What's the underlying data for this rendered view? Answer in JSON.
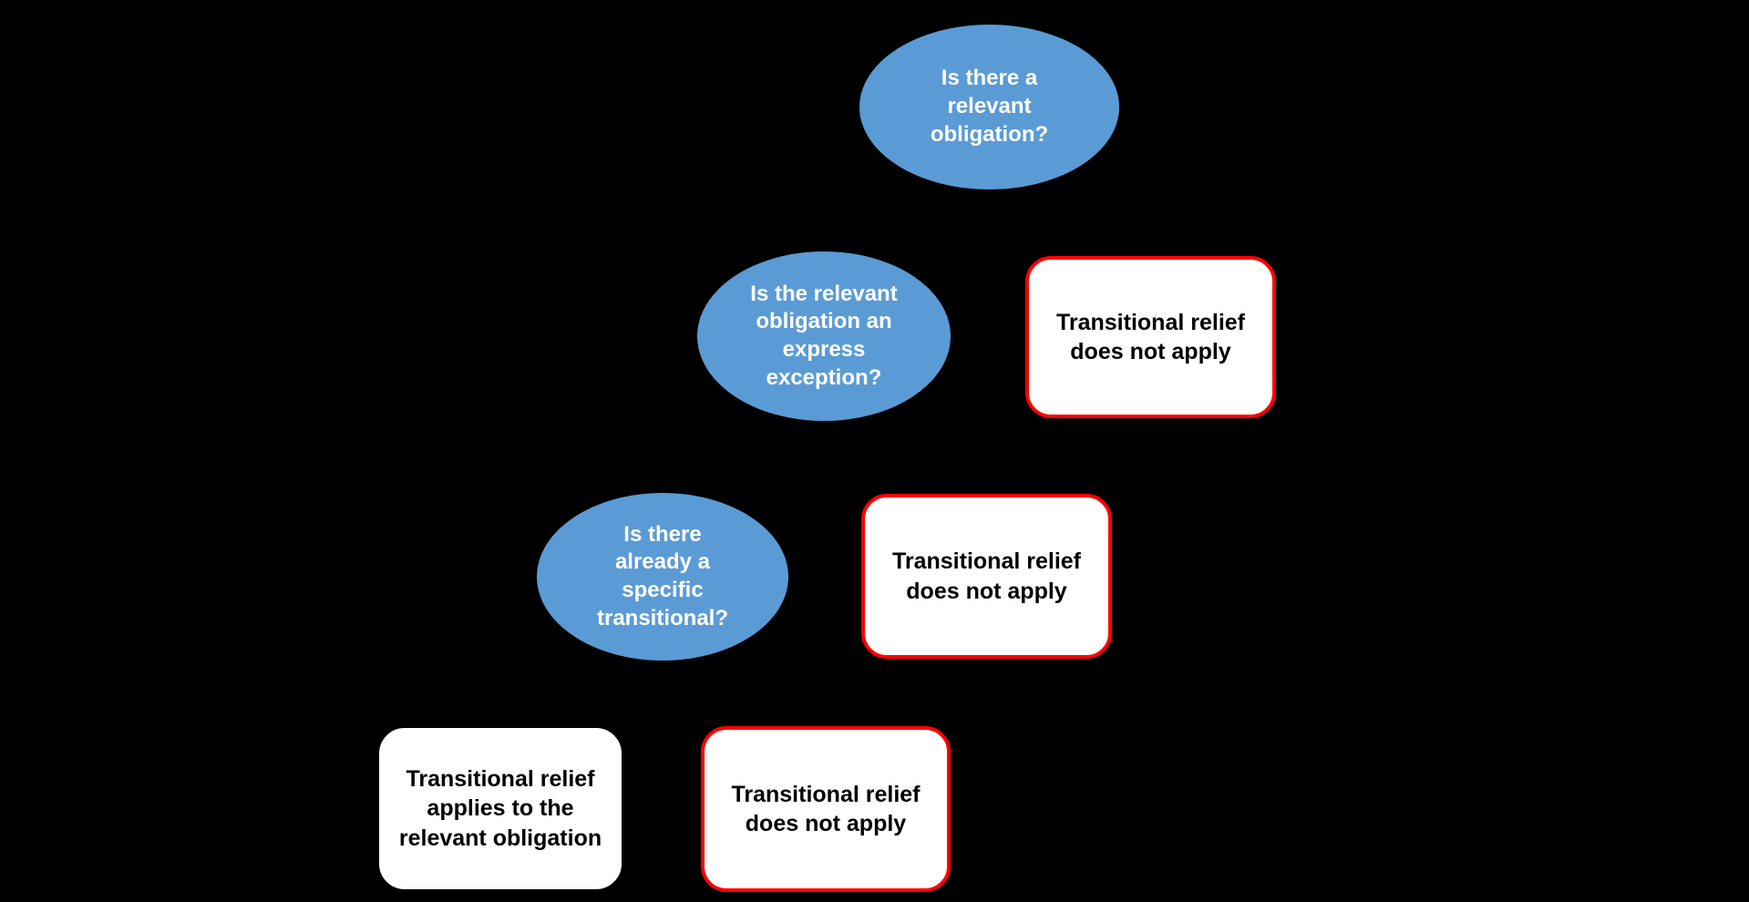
{
  "diagram": {
    "type": "flowchart",
    "background": "#000000",
    "colors": {
      "background": "#000000",
      "question_fill": "#5B9BD5",
      "question_text": "#FFFFFF",
      "outcome_fill": "#FFFFFF",
      "outcome_text": "#000000",
      "outcome_border_red": "#FF0000",
      "outcome_border_plain": "#FFFFFF"
    },
    "questions": [
      {
        "label": "Is there a\nrelevant\nobligation?"
      },
      {
        "label": "Is the relevant\nobligation an\nexpress\nexception?"
      },
      {
        "label": "Is there\nalready a\nspecific\ntransitional?"
      }
    ],
    "outcomes": [
      {
        "label": "Transitional relief\ndoes not apply",
        "border": "red"
      },
      {
        "label": "Transitional relief\ndoes not apply",
        "border": "red"
      },
      {
        "label": "Transitional relief\napplies to the\nrelevant obligation",
        "border": "plain"
      },
      {
        "label": "Transitional relief\ndoes not apply",
        "border": "red"
      }
    ]
  }
}
